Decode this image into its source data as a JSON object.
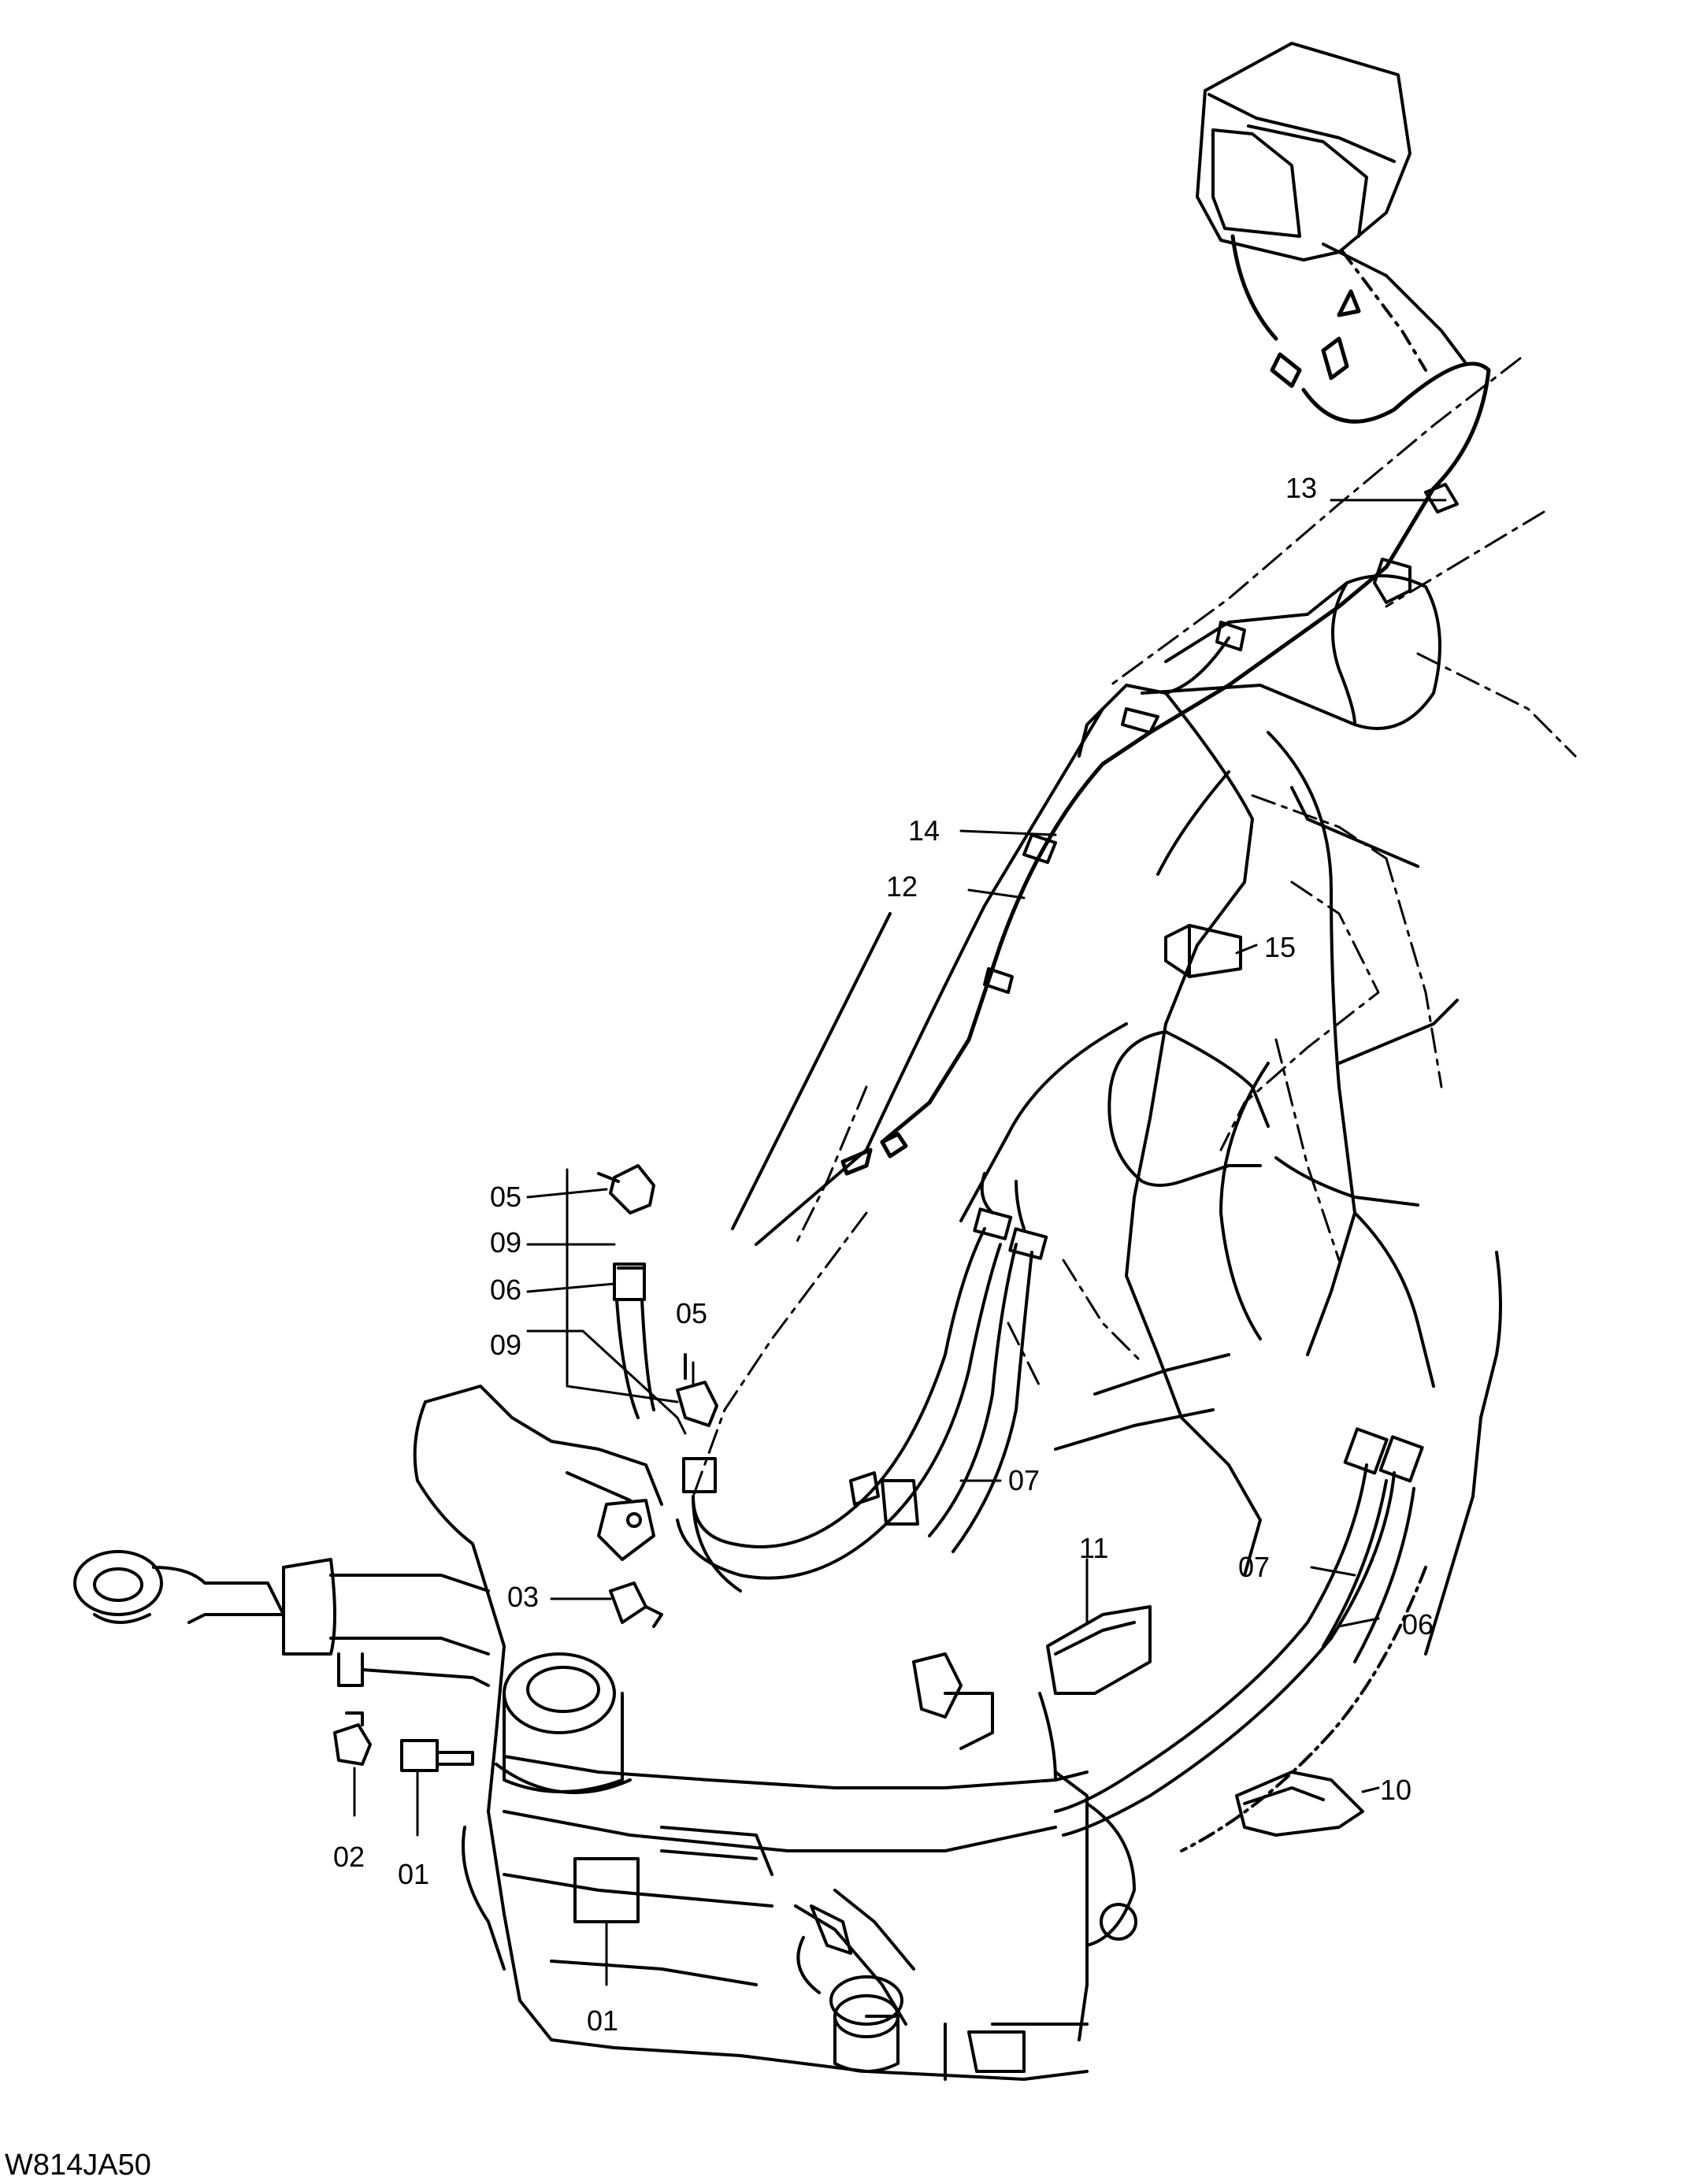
{
  "diagram": {
    "figure_code": "W814JA50",
    "callouts": [
      {
        "id": "c01a",
        "text": "01"
      },
      {
        "id": "c01b",
        "text": "01"
      },
      {
        "id": "c02",
        "text": "02"
      },
      {
        "id": "c03",
        "text": "03"
      },
      {
        "id": "c05a",
        "text": "05"
      },
      {
        "id": "c05b",
        "text": "05"
      },
      {
        "id": "c06a",
        "text": "06"
      },
      {
        "id": "c06b",
        "text": "06"
      },
      {
        "id": "c07a",
        "text": "07"
      },
      {
        "id": "c07b",
        "text": "07"
      },
      {
        "id": "c09a",
        "text": "09"
      },
      {
        "id": "c09b",
        "text": "09"
      },
      {
        "id": "c10",
        "text": "10"
      },
      {
        "id": "c11",
        "text": "11"
      },
      {
        "id": "c12",
        "text": "12"
      },
      {
        "id": "c13",
        "text": "13"
      },
      {
        "id": "c14",
        "text": "14"
      },
      {
        "id": "c15",
        "text": "15"
      }
    ]
  }
}
